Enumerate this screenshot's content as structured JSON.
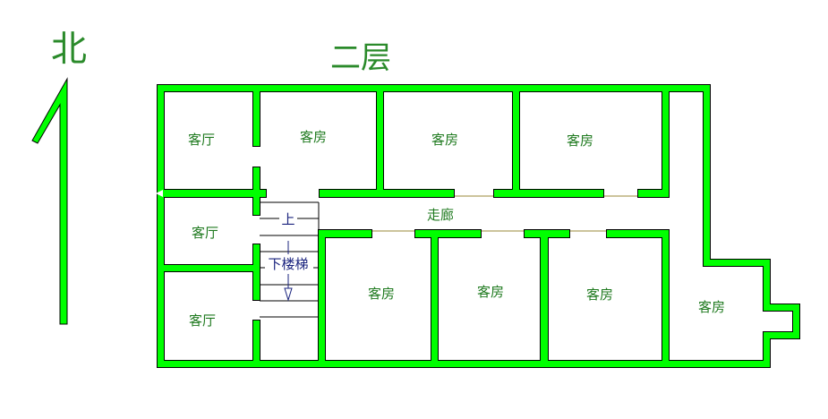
{
  "north_label": "北",
  "floor_title": "二层",
  "rooms": [
    {
      "name": "客厅"
    },
    {
      "name": "客房"
    },
    {
      "name": "客房"
    },
    {
      "name": "客房"
    },
    {
      "name": "客厅"
    },
    {
      "name": "客厅"
    },
    {
      "name": "走廊"
    },
    {
      "name": "客房"
    },
    {
      "name": "客房"
    },
    {
      "name": "客房"
    },
    {
      "name": "客房"
    }
  ],
  "stairs": {
    "up_label": "上",
    "down_label": "下楼梯"
  },
  "colors": {
    "wall": "#00ff00",
    "wall_outline": "#000000",
    "label": "#1f7a1f",
    "stair": "#1a237e",
    "door": "#9a8a3a"
  }
}
